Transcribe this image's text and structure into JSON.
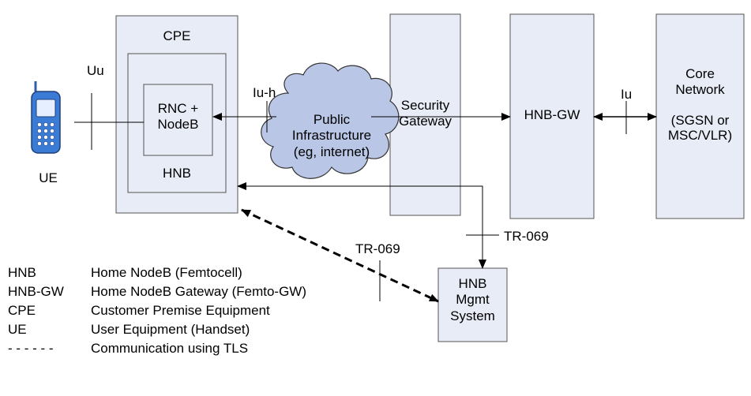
{
  "nodes": {
    "cpe": "CPE",
    "rnc": "RNC +\nNodeB",
    "hnb": "HNB",
    "ue": "UE",
    "cloud": "Public\nInfrastructure\n(eg, internet)",
    "security_gateway": "Security\nGateway",
    "hnb_gw": "HNB-GW",
    "core_network": "Core\nNetwork\n\n(SGSN or\nMSC/VLR)",
    "hnb_mgmt": "HNB\nMgmt\nSystem"
  },
  "interfaces": {
    "uu": "Uu",
    "iuh": "Iu-h",
    "iu": "Iu",
    "tr069_top": "TR-069",
    "tr069_diag": "TR-069"
  },
  "legend": [
    {
      "abbr": "HNB",
      "text": "Home NodeB (Femtocell)"
    },
    {
      "abbr": "HNB-GW",
      "text": "Home NodeB Gateway (Femto-GW)"
    },
    {
      "abbr": "CPE",
      "text": "Customer Premise Equipment"
    },
    {
      "abbr": "UE",
      "text": "User Equipment (Handset)"
    },
    {
      "abbr": "- - - - - -",
      "text": "Communication using TLS"
    }
  ],
  "colors": {
    "box_fill": "#e8ecf6",
    "box_stroke": "#555555",
    "phone_blue": "#3a7bd5"
  }
}
